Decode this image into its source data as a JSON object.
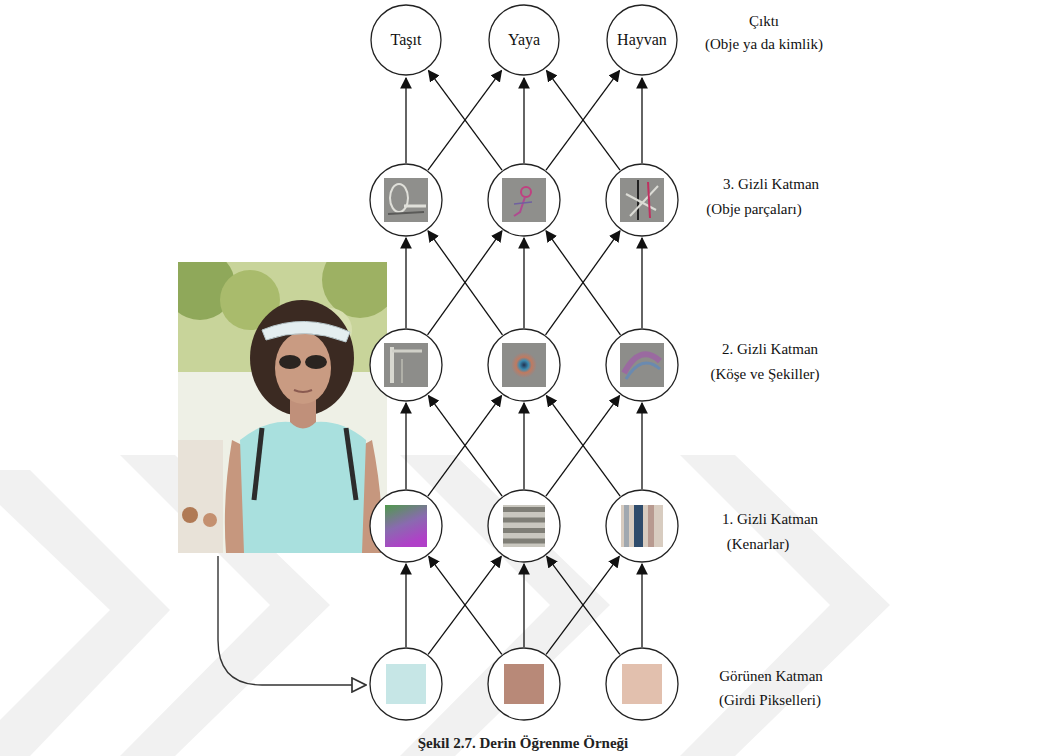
{
  "diagram": {
    "caption": "Şekil 2.7. Derin Öğrenme Örneği",
    "nodes": [
      {
        "text": [
          "Taşıt"
        ]
      },
      {
        "text": [
          "Yaya"
        ]
      },
      {
        "text": [
          "Hayvan"
        ]
      }
    ],
    "labels": [
      "Çıktı",
      "(Obje ya da kimlik)",
      "3. Gizli Katman",
      "(Obje parçaları)",
      "2. Gizli Katman",
      "(Köşe ve Şekiller)",
      "1. Gizli Katman",
      "(Kenarlar)",
      "Görünen Katman",
      "(Girdi Pikselleri)"
    ]
  }
}
